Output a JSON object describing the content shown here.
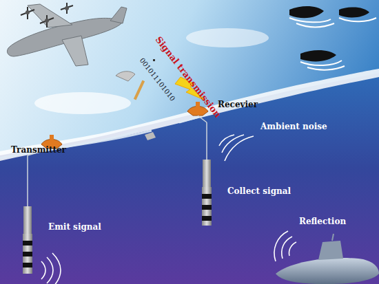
{
  "diagram": {
    "labels": [
      "Signal transmission",
      "001011101010",
      "Recevier",
      "Transmitter",
      "Ambient noise",
      "Collect signal",
      "Emit signal",
      "Reflection"
    ]
  }
}
